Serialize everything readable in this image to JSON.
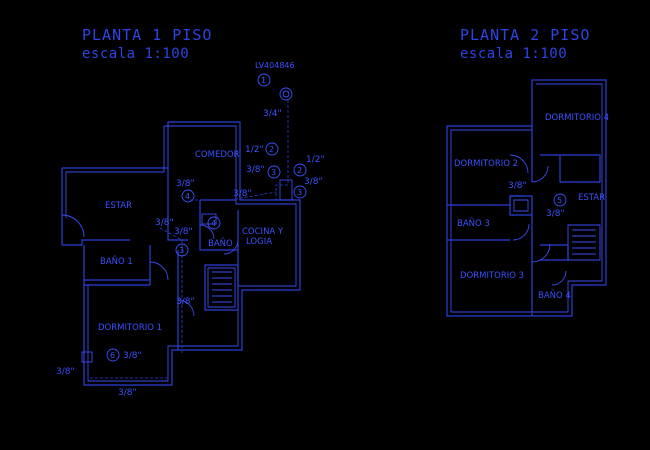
{
  "colors": {
    "background": "#000000",
    "lines": "#2b3fd6",
    "text": "#3b52ff"
  },
  "floor1": {
    "title": "PLANTA 1 PISO",
    "scale": "escala 1:100",
    "meter_code": "LV404846",
    "rooms": {
      "comedor": "COMEDOR",
      "estar": "ESTAR",
      "bano": "BAÑO",
      "bano1": "BAÑO 1",
      "cocina": "COCINA Y",
      "logia": "LOGIA",
      "dormitorio1": "DORMITORIO 1"
    },
    "dims": {
      "d34": "3/4\"",
      "d12a": "1/2\"",
      "d12b": "1/2\"",
      "d38a": "3/8\"",
      "d38b": "3/8\"",
      "d38c": "3/8\"",
      "d38d": "3/8\"",
      "d38e": "3/8\"",
      "d38f": "3/8\"",
      "d38g": "3/8\"",
      "d38h": "3/8\"",
      "d38i": "3/8\"",
      "d38j": "3/8\""
    },
    "markers": {
      "m1": "1",
      "m2": "2",
      "m2b": "2",
      "m3": "3",
      "m3b": "3",
      "m4a": "4",
      "m4b": "4",
      "m3c": "3",
      "m6": "6"
    }
  },
  "floor2": {
    "title": "PLANTA 2 PISO",
    "scale": "escala 1:100",
    "rooms": {
      "dormitorio4": "DORMITORIO 4",
      "dormitorio2": "DORMITORIO 2",
      "estar": "ESTAR",
      "bano3": "BAÑO 3",
      "dormitorio3": "DORMITORIO 3",
      "bano4": "BAÑO 4"
    },
    "dims": {
      "d38a": "3/8\"",
      "d38b": "3/8\""
    },
    "markers": {
      "m5": "5"
    }
  }
}
